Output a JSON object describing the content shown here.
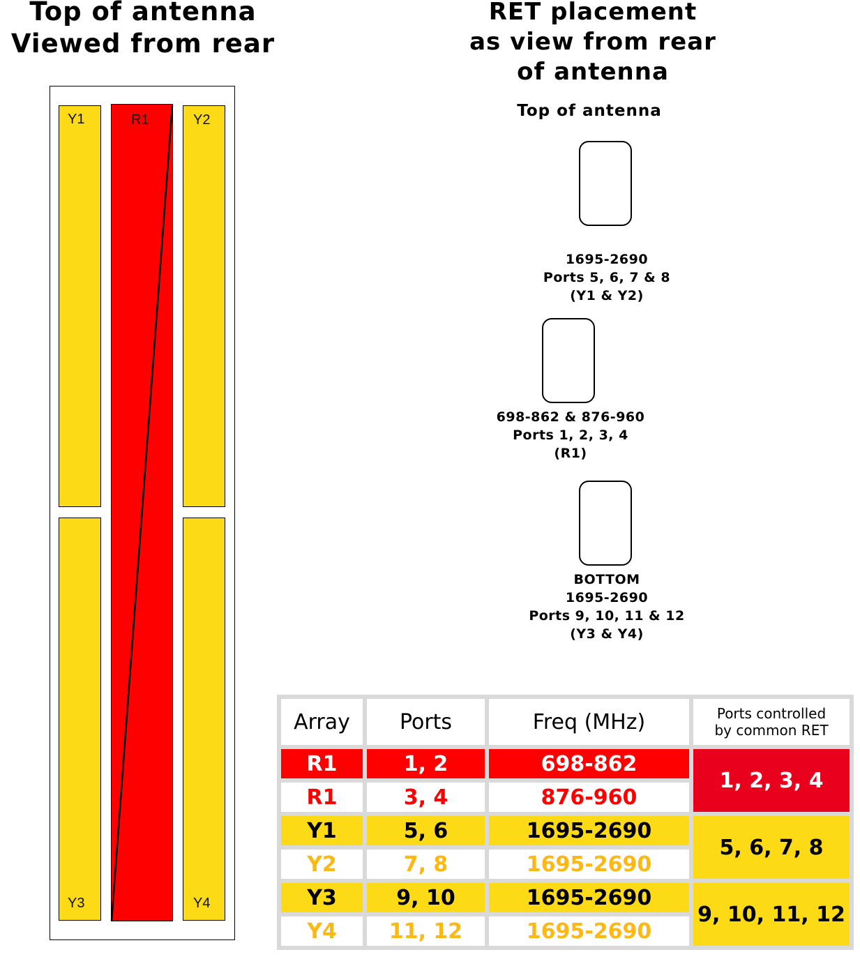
{
  "left_title": [
    "Top of antenna",
    "Viewed from rear"
  ],
  "right_title": [
    "RET placement",
    "as view from rear",
    "of antenna"
  ],
  "right_subtitle": "Top of antenna",
  "panels": {
    "y1": "Y1",
    "r1": "R1",
    "y2": "Y2",
    "y3": "Y3",
    "y4": "Y4"
  },
  "rets": [
    {
      "lines": [
        "1695-2690",
        "Ports 5, 6, 7 & 8",
        "(Y1 & Y2)"
      ],
      "ring_color": "#F5C400",
      "ring_style": "dashed"
    },
    {
      "lines": [
        "698-862 & 876-960",
        "Ports 1, 2, 3, 4",
        "(R1)"
      ],
      "ring_color": "#FF0000",
      "ring_style": "dashed"
    },
    {
      "lines": [
        "BOTTOM",
        "1695-2690",
        "Ports 9, 10, 11 & 12",
        "(Y3 & Y4)"
      ],
      "ring_color": "#F5C400",
      "ring_style": "dotted"
    }
  ],
  "table": {
    "headers": {
      "array": "Array",
      "ports": "Ports",
      "freq": "Freq (MHz)",
      "common": [
        "Ports controlled",
        "by common RET"
      ]
    },
    "rows": [
      {
        "array": "R1",
        "ports": "1, 2",
        "freq": "698-862"
      },
      {
        "array": "R1",
        "ports": "3, 4",
        "freq": "876-960"
      },
      {
        "array": "Y1",
        "ports": "5, 6",
        "freq": "1695-2690"
      },
      {
        "array": "Y2",
        "ports": "7, 8",
        "freq": "1695-2690"
      },
      {
        "array": "Y3",
        "ports": "9, 10",
        "freq": "1695-2690"
      },
      {
        "array": "Y4",
        "ports": "11, 12",
        "freq": "1695-2690"
      }
    ],
    "common": [
      "1, 2, 3, 4",
      "5, 6, 7, 8",
      "9, 10, 11, 12"
    ]
  },
  "colors": {
    "red": "#FF0000",
    "yellow": "#FDDA16",
    "yellow_text": "#FDB813"
  }
}
